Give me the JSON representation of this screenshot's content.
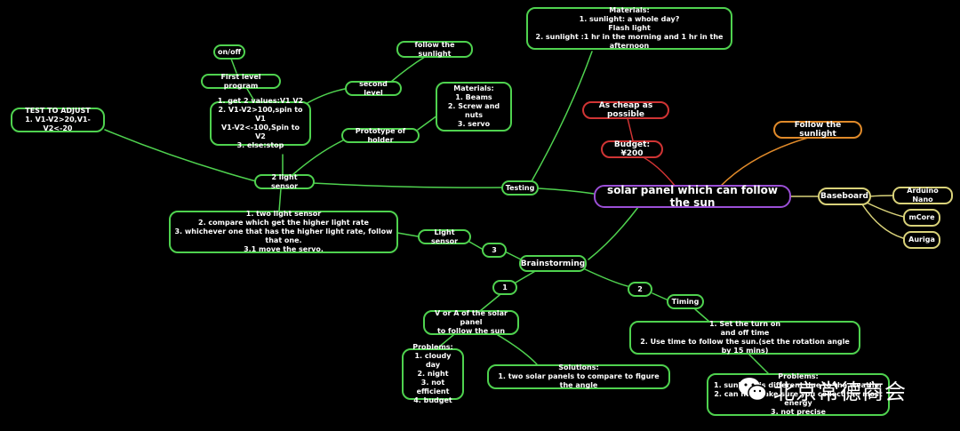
{
  "mindmap": {
    "center": "solar panel which can follow the sun",
    "follow_sunlight": "Follow the sunlight",
    "budget": "Budget:¥200",
    "cheap": "As cheap as possible",
    "baseboard": "Baseboard",
    "arduino_nano": "Arduino Nano",
    "mcore": "mCore",
    "auriga": "Auriga",
    "testing": "Testing",
    "testing_materials": "Materials:\n1. sunlight: a whole day?\nFlash light\n2. sunlight :1 hr in the morning and 1 hr in the afternoon",
    "brainstorming": "Brainstorming",
    "num_3": "3",
    "num_1": "1",
    "num_2": "2",
    "light_sensor": "Light sensor",
    "light_sensor_detail": "1. two light sensor\n2. compare which get the higher light rate\n3. whichever one that has the higher light rate, follow that one.\n3.1 move the servo.",
    "two_light_sensor": "2 light sensor",
    "test_to_adjust": "TEST TO ADJUST\n1. V1-V2>20,V1-V2<-20",
    "program_values": "1. get 2 values:V1 V2\n2. V1-V2>100,spin to V1\nV1-V2<-100,Spin to V2\n3. else:stop",
    "first_level_program": "First level program",
    "on_off": "on/off",
    "second_level": "second level",
    "follow_the_sunlight": "follow the sunlight",
    "prototype_holder": "Prototype of holder",
    "holder_materials": "Materials:\n1. Beams\n2. Screw and nuts\n3. servo",
    "v_or_a": "V or A of the solar panel\nto follow the sun",
    "problems": "Problems:\n1. cloudy day\n2. night\n3. not efficient\n4. budget",
    "solutions": "Solutions:\n1. two solar panels to compare to figure the angle",
    "timing": "Timing",
    "timing_detail": "1. Set the turn on\nand off time\n2. Use time to follow the sun.(set the rotation angle by 15 mins)",
    "timing_problems": "Problems:\n1. sunlight is different due to the weather\n2. can not make sure you collect the most energy\n3. not precise"
  },
  "watermark": {
    "text": "北京常德商会",
    "icon": "wechat-icon"
  },
  "colors": {
    "background": "#000000",
    "branch": "#4fd24f",
    "center_border": "#9b4fd6",
    "budget_border": "#d03434",
    "follow_border": "#e08a2a",
    "baseboard_border": "#d9d27a"
  }
}
